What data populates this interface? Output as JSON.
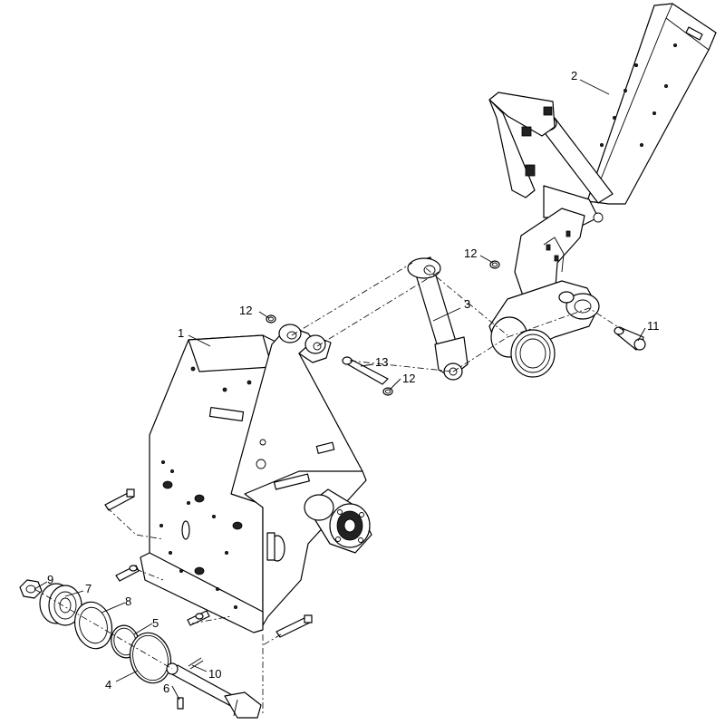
{
  "callouts": [
    {
      "id": "1",
      "label": "1"
    },
    {
      "id": "2",
      "label": "2"
    },
    {
      "id": "3",
      "label": "3"
    },
    {
      "id": "4",
      "label": "4"
    },
    {
      "id": "5",
      "label": "5"
    },
    {
      "id": "6",
      "label": "6"
    },
    {
      "id": "7",
      "label": "7"
    },
    {
      "id": "8",
      "label": "8"
    },
    {
      "id": "9",
      "label": "9"
    },
    {
      "id": "10",
      "label": "10"
    },
    {
      "id": "11",
      "label": "11"
    },
    {
      "id": "12a",
      "label": "12"
    },
    {
      "id": "12b",
      "label": "12"
    },
    {
      "id": "12c",
      "label": "12"
    },
    {
      "id": "13",
      "label": "13"
    }
  ]
}
